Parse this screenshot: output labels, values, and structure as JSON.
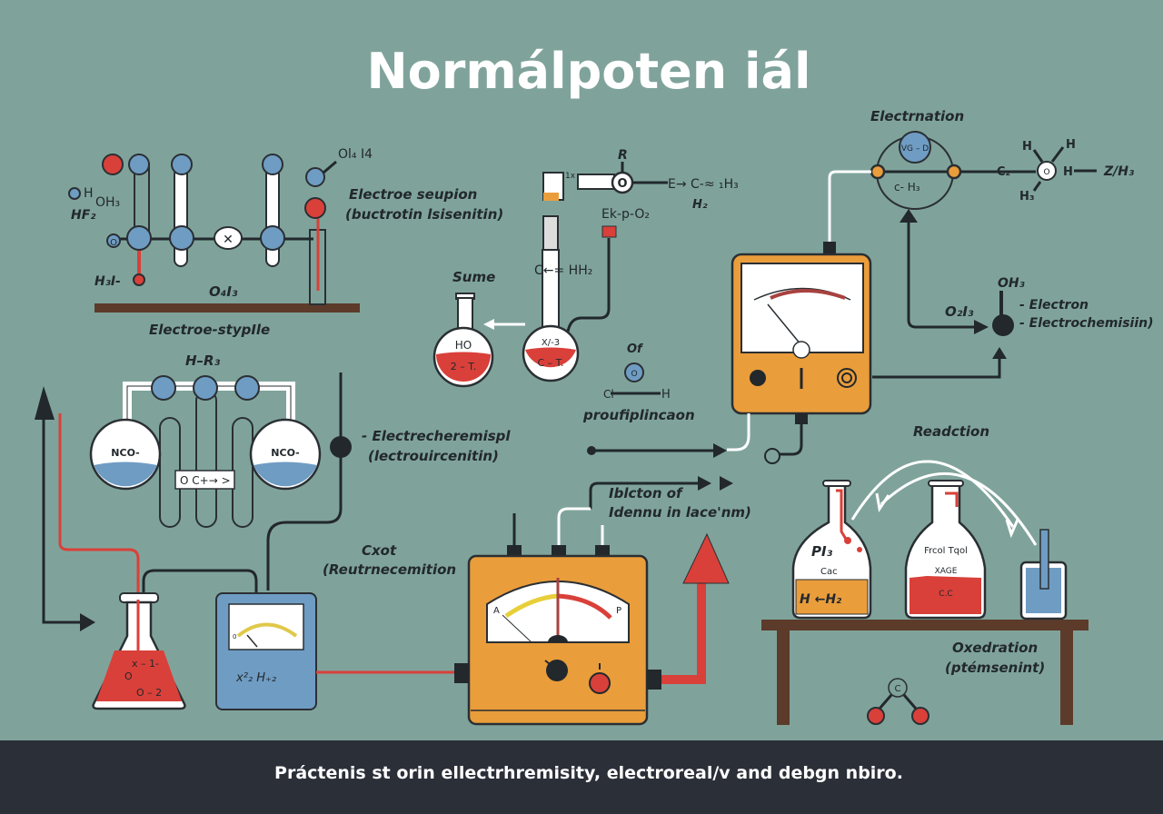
{
  "title": "Normálpoten iál",
  "footer": "Práctenis st orin ellectrhremisity, electroreal/v and debgn nbiro.",
  "colors": {
    "background": "#7fa39b",
    "footer": "#2b2f38",
    "orange": "#ea9d3b",
    "red": "#d9403a",
    "blue": "#6f9cc3",
    "wood": "#5c3b2a"
  },
  "top_left": {
    "labels": {
      "ol4": "Ol₄ I4",
      "hoh3": "H",
      "oh3": "OH₃",
      "hf": "HF₂",
      "h3": "H₃I-",
      "o4i3": "O₄I₃",
      "caption": "Electroe-stypIle",
      "node_o": "O",
      "node_x": "✕"
    },
    "side_caption": [
      "Electroe seupion",
      "(buctrotin lsisenitin)"
    ]
  },
  "top_center": {
    "labels": {
      "r": "R",
      "o": "O",
      "rxn": "E→ C-≈ ₁H₃",
      "h2": "H₂",
      "exp": "Ek-p-O₂",
      "chh": "C←= HH₂",
      "sume": "Sume",
      "ho": "HO",
      "flask1_liquid": "2 – T.",
      "flask2_top": "X/-3",
      "flask2_liquid": "C – T.",
      "of": "Of",
      "cl": "Cl",
      "h": "H",
      "node": "O",
      "caption": "proufiplincaon",
      "small": "1x"
    }
  },
  "top_right": {
    "caption": "Electrnation",
    "labels": {
      "vg": "VG – D",
      "ch": "c-  H₃",
      "c2": "C₂",
      "h1": "H",
      "h2": "H",
      "hdot": "H₃",
      "o": "O",
      "hh": "H",
      "zh3": "Z/H₃",
      "oh3": "OH₃",
      "o2i3": "O₂I₃",
      "e1": "- Electron",
      "e2": "- Electrochemisiin)"
    }
  },
  "mid_left": {
    "hr3": "H–R₃",
    "nco_left": "NCO-",
    "nco_right": "NCO-",
    "plate": "O  C+→ >",
    "caption": [
      "- Electrecheremispl",
      "(lectrouircenitin)"
    ]
  },
  "mid_center": {
    "caption": [
      "Iblcton of",
      "Idennu in lace'nm)"
    ]
  },
  "bottom_left": {
    "cxot": [
      "Cxot",
      "(Reutrnecemition"
    ],
    "flask_labels": [
      "x – 1-",
      "O",
      "O – 2"
    ],
    "meter_label": "x²₂  H₊₂",
    "meter_scale_zero": "0"
  },
  "bottom_center": {
    "meter_scale": [
      "A",
      "P"
    ]
  },
  "bottom_right": {
    "caption": "Readction",
    "flask1": [
      "PI₃",
      "Cac",
      "H  ←H₂"
    ],
    "flask2": [
      "Frcol Tqol",
      "XAGE",
      "C.C"
    ],
    "oxid": [
      "Oxedration",
      "(ptémsenint)"
    ],
    "molecule": "C"
  }
}
